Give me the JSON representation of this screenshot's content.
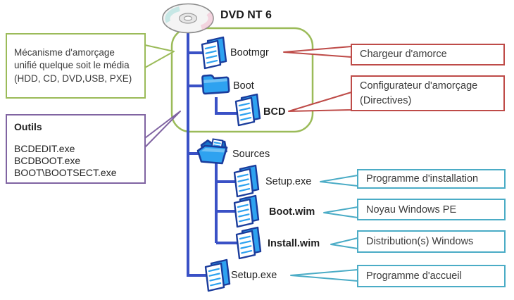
{
  "header": {
    "title": "DVD NT 6"
  },
  "tree": {
    "bootmgr": "Bootmgr",
    "boot": "Boot",
    "bcd": "BCD",
    "sources": "Sources",
    "setup_exe": "Setup.exe",
    "boot_wim": "Boot.wim",
    "install_wim": "Install.wim",
    "setup_exe_root": "Setup.exe"
  },
  "callouts": {
    "mechanism": {
      "line1": "Mécanisme d'amorçage",
      "line2": "unifié quelque soit le média",
      "line3": "(HDD, CD, DVD,USB, PXE)"
    },
    "tools": {
      "title": "Outils",
      "item1": "BCDEDIT.exe",
      "item2": "BCDBOOT.exe",
      "item3": "BOOT\\BOOTSECT.exe"
    },
    "chargeur": "Chargeur d'amorce",
    "configurateur": {
      "line1": "Configurateur d'amorçage",
      "line2": "(Directives)"
    },
    "installation": "Programme d'installation",
    "noyau": "Noyau Windows PE",
    "distribution": "Distribution(s) Windows",
    "accueil": "Programme d'accueil"
  },
  "icons": {
    "disc": "cd-dvd-disc",
    "document": "document-file",
    "folder_closed": "closed-folder",
    "folder_open": "open-folder"
  },
  "colors": {
    "tree": "#3A51C6",
    "icon-navy": "#1A3C9C",
    "icon-blue": "#2EA2F0",
    "green": "#9BBB59",
    "purple": "#8064A2",
    "red": "#BE4B48",
    "teal": "#4BACC6"
  }
}
